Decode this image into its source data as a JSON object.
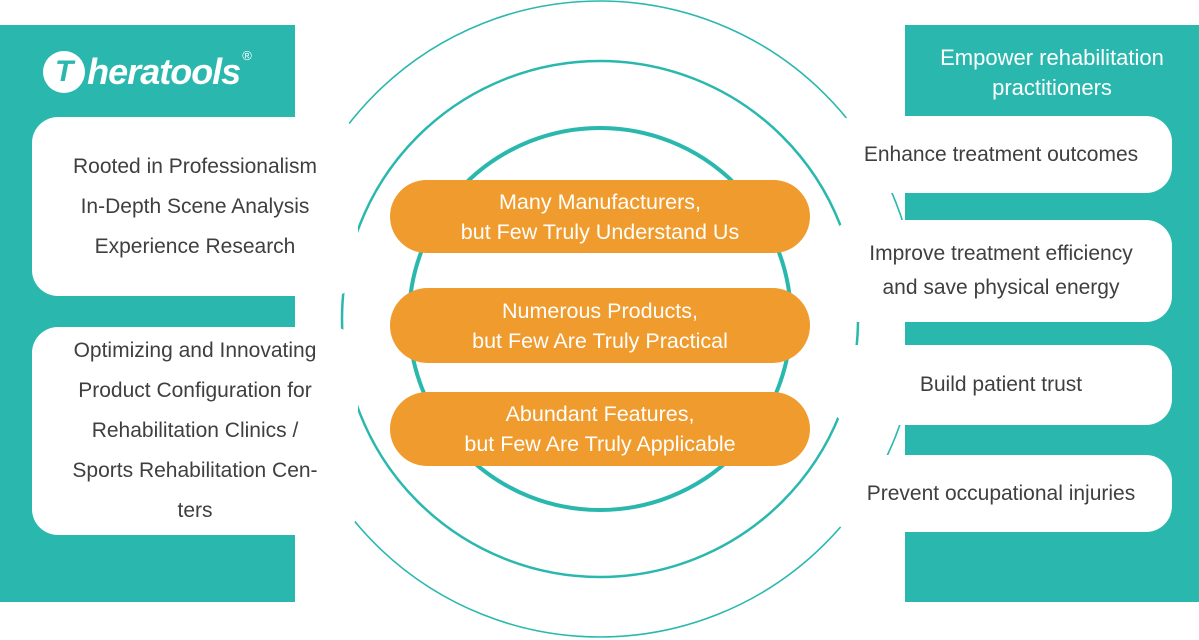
{
  "palette": {
    "teal": "#2ab8ae",
    "orange": "#f09b2d",
    "text_dark": "#3f3f3f",
    "white": "#ffffff"
  },
  "brand": {
    "mark_letter": "T",
    "wordmark_rest": "heratools",
    "registered_mark": "®"
  },
  "left_panel": {
    "boxes": [
      {
        "lines": [
          "Rooted in Professionalism",
          "In-Depth Scene Analysis",
          "Experience Research"
        ]
      },
      {
        "lines": [
          "Optimizing and Innovating",
          "Product Configuration for",
          "Rehabilitation Clinics /",
          "Sports Rehabilitation Cen-",
          "ters"
        ]
      }
    ]
  },
  "center": {
    "pills": [
      {
        "lines": [
          "Many Manufacturers,",
          "but Few Truly Understand Us"
        ]
      },
      {
        "lines": [
          "Numerous Products,",
          "but Few Are Truly Practical"
        ]
      },
      {
        "lines": [
          "Abundant Features,",
          "but Few Are Truly Applicable"
        ]
      }
    ]
  },
  "right_panel": {
    "header_lines": [
      "Empower rehabilitation",
      "practitioners"
    ],
    "boxes": [
      {
        "lines": [
          "Enhance treatment outcomes"
        ]
      },
      {
        "lines": [
          "Improve treatment efficiency",
          "and save physical energy"
        ]
      },
      {
        "lines": [
          "Build patient trust"
        ]
      },
      {
        "lines": [
          "Prevent occupational injuries"
        ]
      }
    ]
  }
}
